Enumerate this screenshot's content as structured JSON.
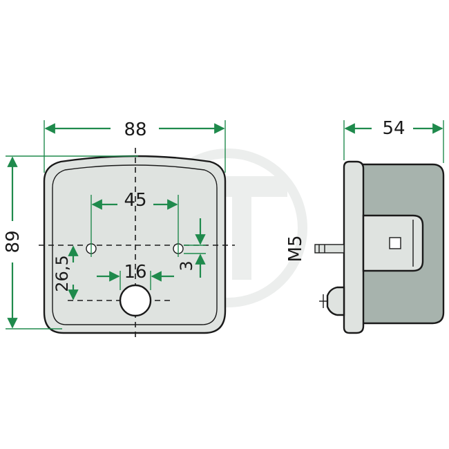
{
  "colors": {
    "dimension_green": "#1f8a4c",
    "outline": "#1a1a1a",
    "body_fill": "#dfe3e0",
    "housing_fill": "#a7b3ad",
    "watermark": "#e9ebea"
  },
  "front_view": {
    "width_label": "88",
    "height_label": "89",
    "hole_spacing_label": "45",
    "hole_diameter_label": "16",
    "offset_label": "3",
    "vertical_offset_label": "26,5"
  },
  "side_view": {
    "depth_label": "54",
    "thread_label": "M5"
  }
}
